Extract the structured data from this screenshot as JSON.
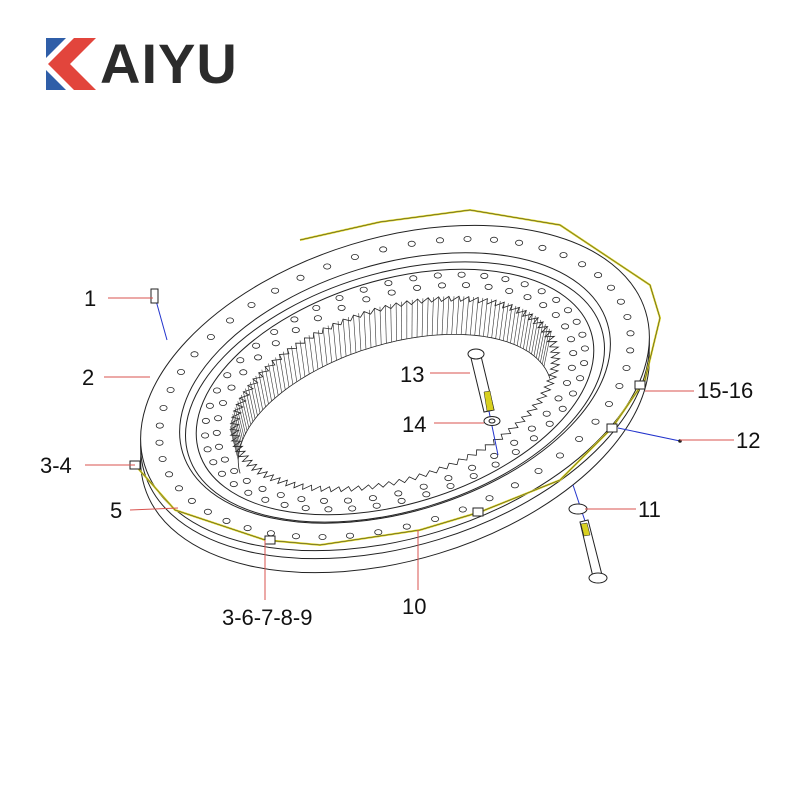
{
  "logo": {
    "text": "AIYU",
    "full_text": "KAIYU",
    "colors": {
      "blue": "#2f5ea8",
      "red": "#e2453c",
      "text": "#2b2b2b"
    }
  },
  "callouts": [
    {
      "id": "1",
      "label": "1"
    },
    {
      "id": "2",
      "label": "2"
    },
    {
      "id": "3-4",
      "label": "3-4"
    },
    {
      "id": "5",
      "label": "5"
    },
    {
      "id": "3-6-7-8-9",
      "label": "3-6-7-8-9"
    },
    {
      "id": "10",
      "label": "10"
    },
    {
      "id": "11",
      "label": "11"
    },
    {
      "id": "12",
      "label": "12"
    },
    {
      "id": "13",
      "label": "13"
    },
    {
      "id": "14",
      "label": "14"
    },
    {
      "id": "15-16",
      "label": "15-16"
    }
  ],
  "colors": {
    "leader": "#d9534f",
    "axis": "#2233cc",
    "hose": "#d8d020",
    "line": "#222222"
  }
}
